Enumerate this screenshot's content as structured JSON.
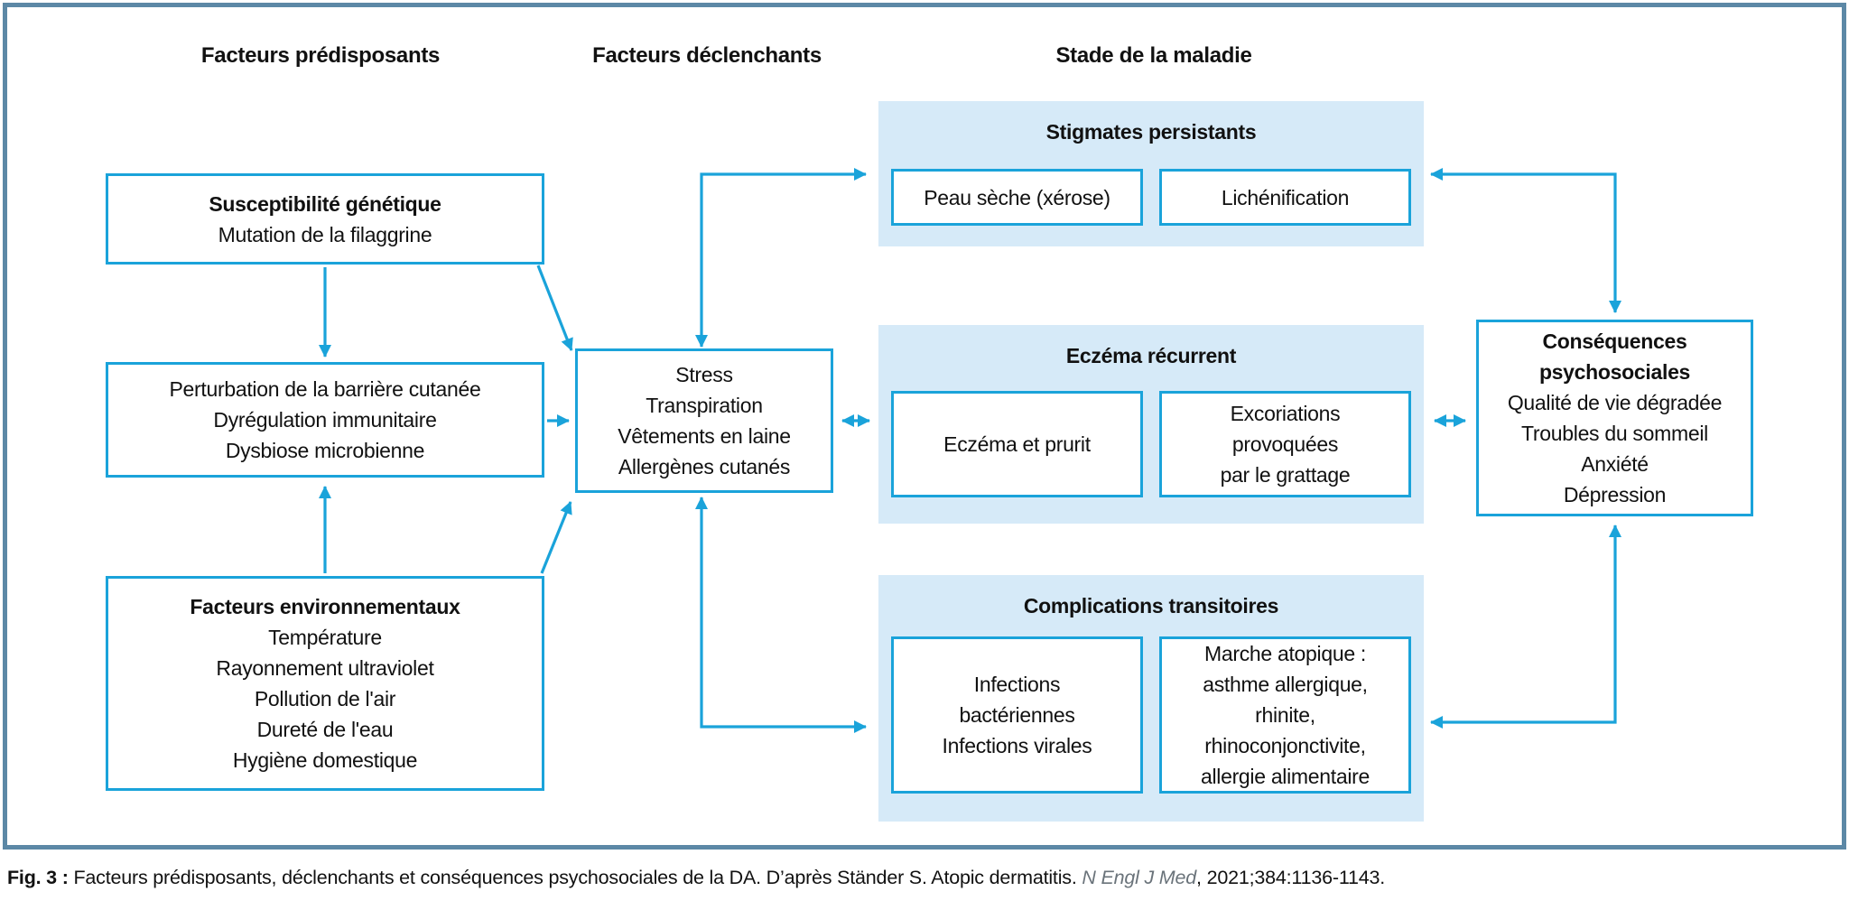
{
  "colors": {
    "accent": "#1AA3DA",
    "panel_bg": "#D6EAF8",
    "frame_border": "#5C88A6",
    "text": "#111111",
    "journal_gray": "#6A737A"
  },
  "diagram": {
    "headers": [
      {
        "label": "Facteurs prédisposants"
      },
      {
        "label": "Facteurs déclenchants"
      },
      {
        "label": "Stade de la maladie"
      }
    ],
    "boxes": {
      "genetic": {
        "title": "Susceptibilité génétique",
        "text": "Mutation de la filaggrine"
      },
      "barrier": {
        "text": "Perturbation de la barrière cutanée\nDyrégulation immunitaire\nDysbiose microbienne"
      },
      "environment": {
        "title": "Facteurs environnementaux",
        "text": "Température\nRayonnement ultraviolet\nPollution de l'air\nDureté de l'eau\nHygiène domestique"
      },
      "triggers": {
        "text": "Stress\nTranspiration\nVêtements en laine\nAllergènes cutanés"
      },
      "psychosocial": {
        "title": "Conséquences\npsychosociales",
        "text": "Qualité de vie dégradée\nTroubles du sommeil\nAnxiété\nDépression"
      }
    },
    "panels": [
      {
        "title": "Stigmates persistants",
        "boxes": [
          {
            "text": "Peau sèche (xérose)"
          },
          {
            "text": "Lichénification"
          }
        ]
      },
      {
        "title": "Eczéma récurrent",
        "boxes": [
          {
            "text": "Eczéma et prurit"
          },
          {
            "text": "Excoriations\nprovoquées\npar le grattage"
          }
        ]
      },
      {
        "title": "Complications transitoires",
        "boxes": [
          {
            "text": "Infections\nbactériennes\nInfections virales"
          },
          {
            "text": "Marche atopique :\nasthme allergique,\nrhinite,\nrhinoconjonctivite,\nallergie alimentaire"
          }
        ]
      }
    ]
  },
  "caption": {
    "prefix": "Fig. 3 :",
    "body": " Facteurs prédisposants, déclenchants et conséquences psychosociales de la DA. D’après Ständer S. Atopic dermatitis. ",
    "journal": "N Engl J Med",
    "suffix": ", 2021;384:1136-1143."
  }
}
